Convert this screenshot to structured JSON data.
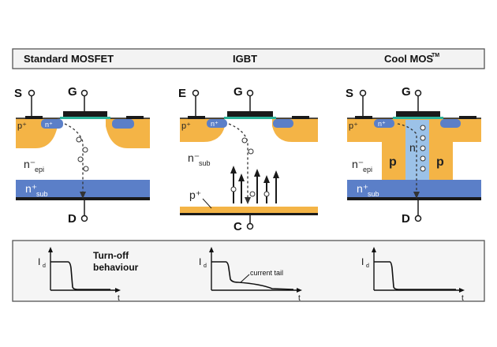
{
  "header": {
    "mosfet": "Standard MOSFET",
    "igbt": "IGBT",
    "coolmos": "Cool MOS",
    "coolmos_tm": "TM"
  },
  "mosfet": {
    "source": "S",
    "gate": "G",
    "drain": "D",
    "p_plus": "p⁺",
    "n_plus": "n⁺",
    "n_epi": "n⁻",
    "n_epi_sub": "epi",
    "n_sub": "n⁺",
    "n_sub_sub": "sub"
  },
  "igbt": {
    "emitter": "E",
    "gate": "G",
    "collector": "C",
    "p_plus": "p⁺",
    "n_plus": "n⁺",
    "n_sub": "n⁻",
    "n_sub_sub": "sub",
    "p_plus_bottom": "p⁺"
  },
  "coolmos": {
    "source": "S",
    "gate": "G",
    "drain": "D",
    "p_plus": "p⁺",
    "n_plus": "n⁺",
    "n_epi": "n⁻",
    "n_epi_sub": "epi",
    "p_left": "p",
    "p_right": "p",
    "n_column": "n",
    "n_sub": "n⁺",
    "n_sub_sub": "sub"
  },
  "turnoff": {
    "title_line1": "Turn-off",
    "title_line2": "behaviour",
    "id_label": "I",
    "id_sub": "d",
    "t_label": "t",
    "current_tail": "current tail"
  },
  "colors": {
    "orange": "#f4b446",
    "blue": "#5b7fc8",
    "dark_blue": "#3d5fa8",
    "light_blue": "#9cc2e8",
    "gate_black": "#1a1a1a",
    "teal": "#2bb39a",
    "frame": "#555555",
    "panel_bg": "#f5f5f5"
  }
}
